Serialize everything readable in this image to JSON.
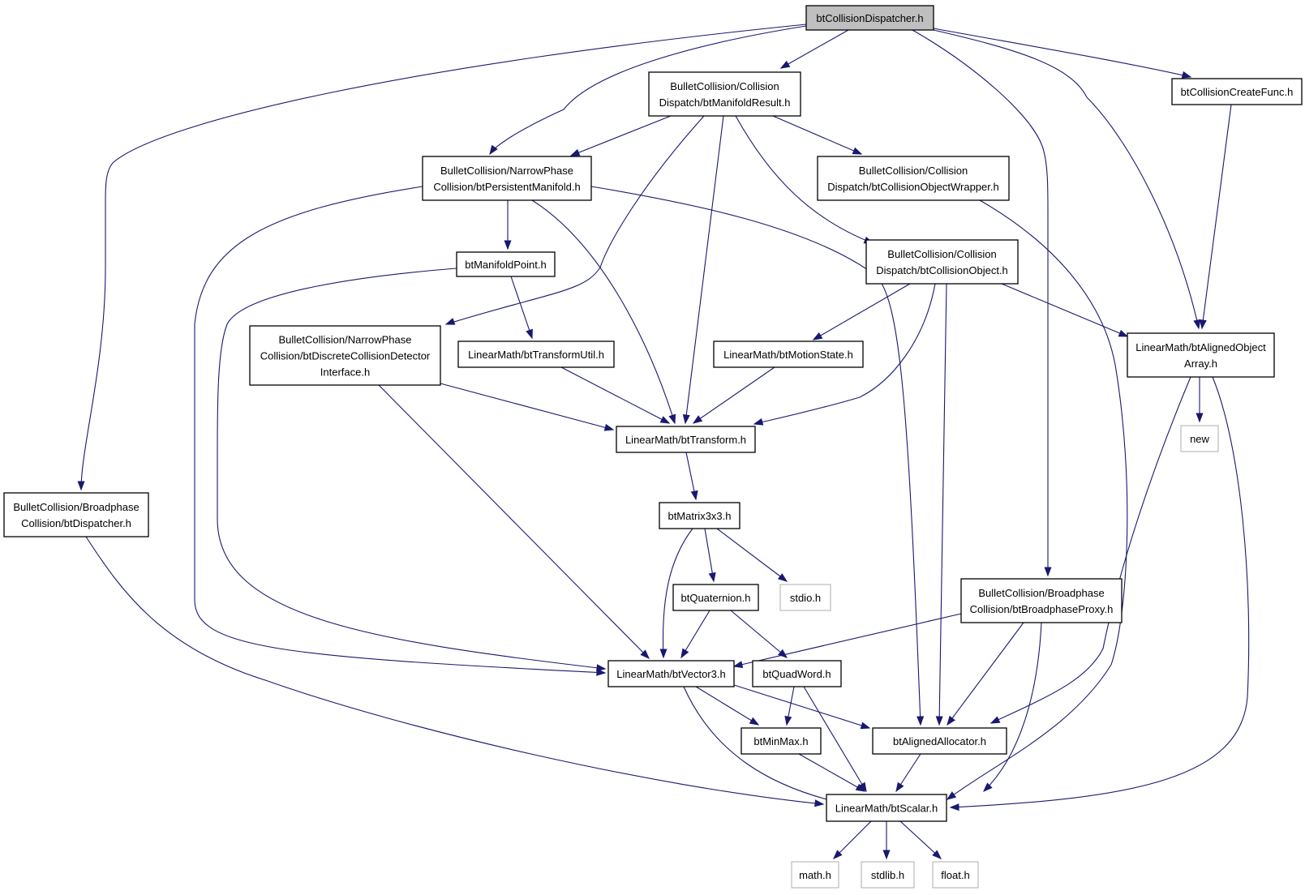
{
  "colors": {
    "edge": "#191970",
    "root_fill": "#bfbfbf",
    "node_fill": "#ffffff",
    "node_border": "#000000",
    "external_border": "#bfbfbf"
  },
  "nodes": {
    "root": {
      "lines": [
        "btCollisionDispatcher.h"
      ]
    },
    "manifoldResult": {
      "lines": [
        "BulletCollision/Collision",
        "Dispatch/btManifoldResult.h"
      ]
    },
    "createFunc": {
      "lines": [
        "btCollisionCreateFunc.h"
      ]
    },
    "persistentManifold": {
      "lines": [
        "BulletCollision/NarrowPhase",
        "Collision/btPersistentManifold.h"
      ]
    },
    "objectWrapper": {
      "lines": [
        "BulletCollision/Collision",
        "Dispatch/btCollisionObjectWrapper.h"
      ]
    },
    "manifoldPoint": {
      "lines": [
        "btManifoldPoint.h"
      ]
    },
    "collisionObject": {
      "lines": [
        "BulletCollision/Collision",
        "Dispatch/btCollisionObject.h"
      ]
    },
    "discreteDetector": {
      "lines": [
        "BulletCollision/NarrowPhase",
        "Collision/btDiscreteCollisionDetector",
        "Interface.h"
      ]
    },
    "transformUtil": {
      "lines": [
        "LinearMath/btTransformUtil.h"
      ]
    },
    "motionState": {
      "lines": [
        "LinearMath/btMotionState.h"
      ]
    },
    "alignedArray": {
      "lines": [
        "LinearMath/btAlignedObject",
        "Array.h"
      ]
    },
    "transform": {
      "lines": [
        "LinearMath/btTransform.h"
      ]
    },
    "newH": {
      "lines": [
        "new"
      ]
    },
    "dispatcher": {
      "lines": [
        "BulletCollision/Broadphase",
        "Collision/btDispatcher.h"
      ]
    },
    "matrix": {
      "lines": [
        "btMatrix3x3.h"
      ]
    },
    "broadphaseProxy": {
      "lines": [
        "BulletCollision/Broadphase",
        "Collision/btBroadphaseProxy.h"
      ]
    },
    "quaternion": {
      "lines": [
        "btQuaternion.h"
      ]
    },
    "stdio": {
      "lines": [
        "stdio.h"
      ]
    },
    "vector3": {
      "lines": [
        "LinearMath/btVector3.h"
      ]
    },
    "quadWord": {
      "lines": [
        "btQuadWord.h"
      ]
    },
    "minMax": {
      "lines": [
        "btMinMax.h"
      ]
    },
    "allocator": {
      "lines": [
        "btAlignedAllocator.h"
      ]
    },
    "scalar": {
      "lines": [
        "LinearMath/btScalar.h"
      ]
    },
    "math": {
      "lines": [
        "math.h"
      ]
    },
    "stdlib": {
      "lines": [
        "stdlib.h"
      ]
    },
    "float": {
      "lines": [
        "float.h"
      ]
    }
  }
}
